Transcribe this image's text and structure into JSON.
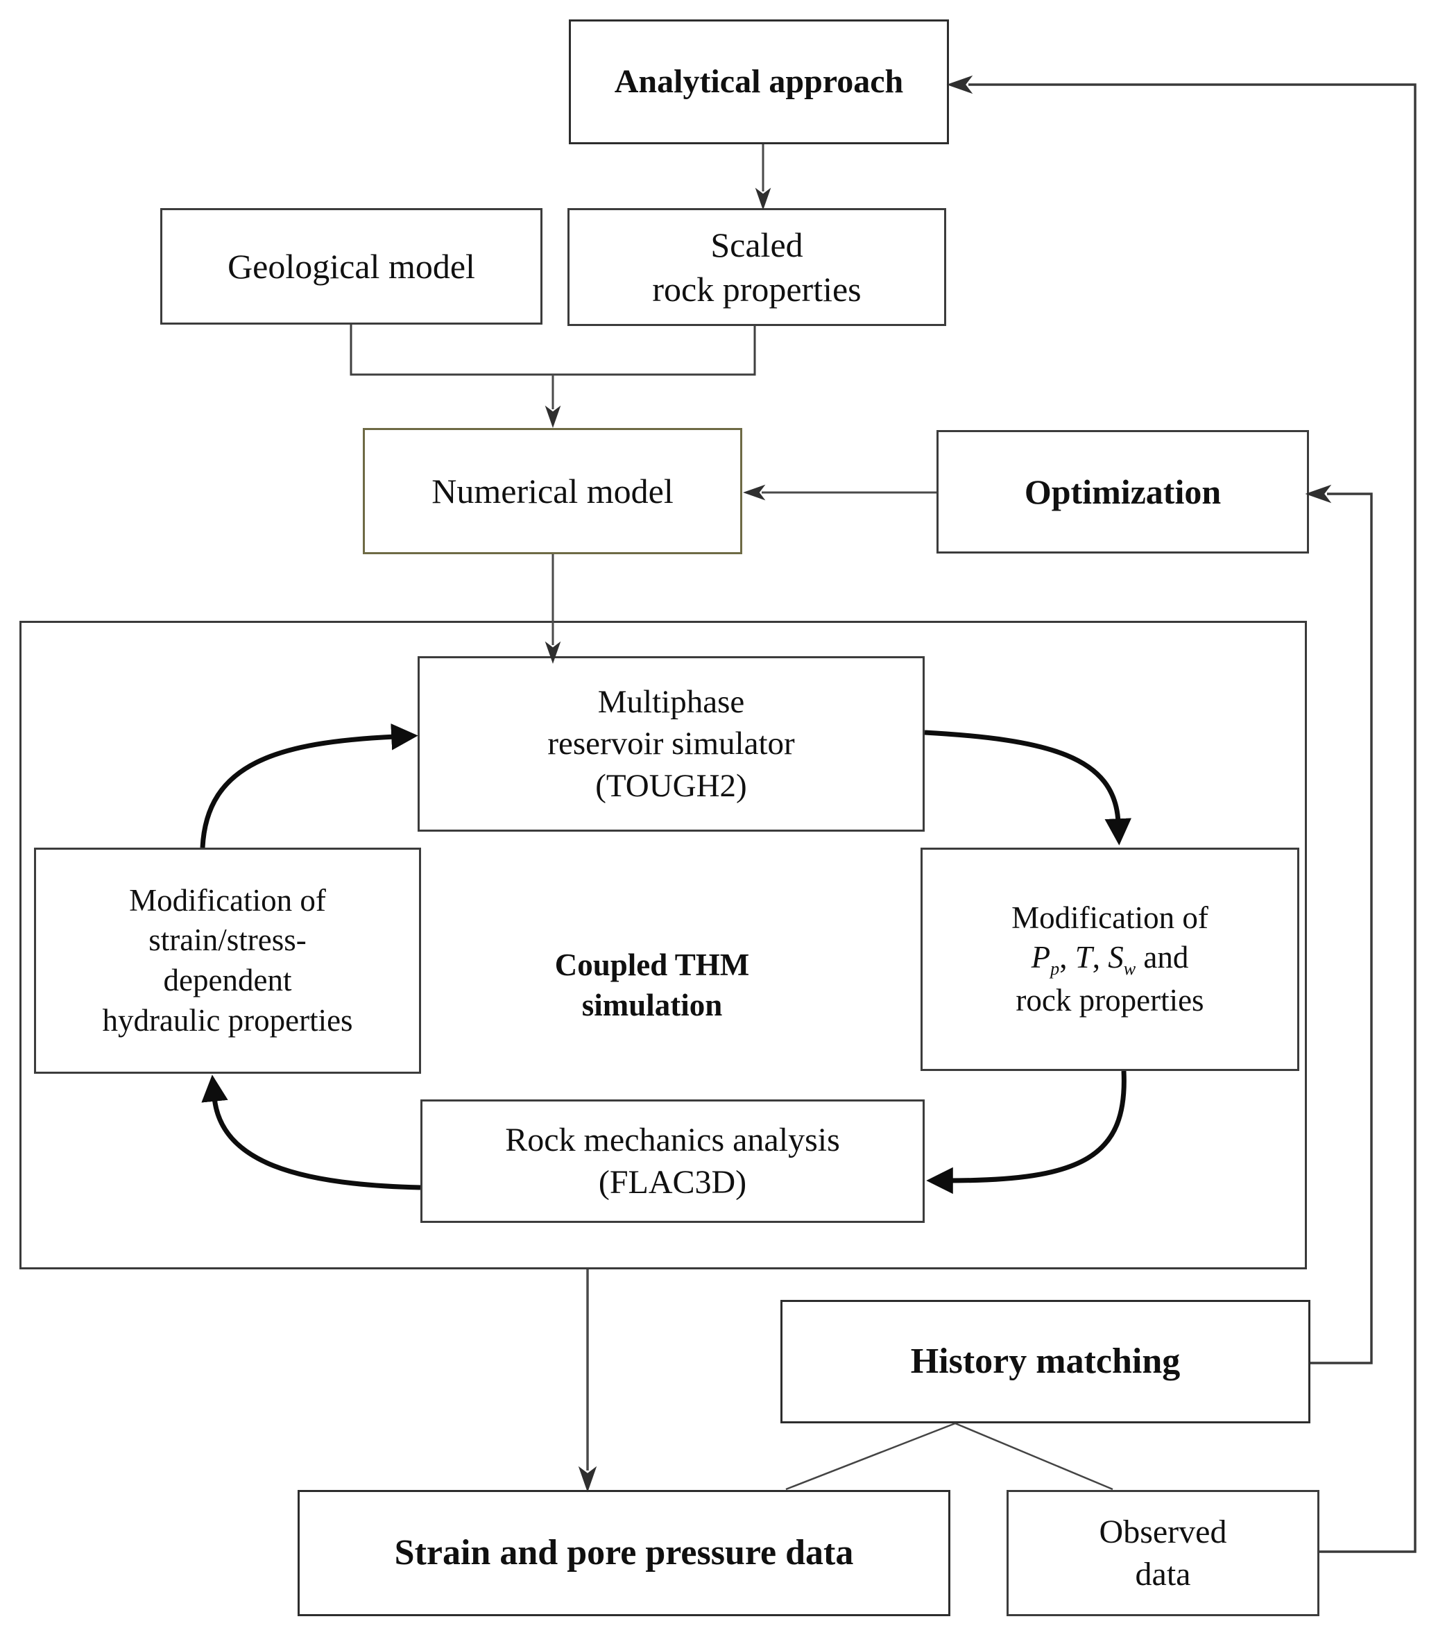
{
  "figure": {
    "background": "#ffffff",
    "box_border_color": "#3c3c3c",
    "numerical_border_color": "#6e6a45",
    "connector_color": "#4a4a4a",
    "cycle_arrow_color": "#0d0d0d",
    "text_color": "#101010"
  },
  "nodes": {
    "analytical": {
      "label": "Analytical approach"
    },
    "geological": {
      "label": "Geological model"
    },
    "scaled": {
      "lines": [
        "Scaled",
        "rock properties"
      ]
    },
    "numerical": {
      "label": "Numerical model"
    },
    "optimization": {
      "label": "Optimization"
    },
    "multiphase": {
      "lines": [
        "Multiphase",
        "reservoir simulator",
        "(TOUGH2)"
      ]
    },
    "left_mod": {
      "lines": [
        "Modification of",
        "strain/stress-",
        "dependent",
        "hydraulic properties"
      ]
    },
    "coupled_thm": {
      "lines": [
        "Coupled THM",
        "simulation"
      ]
    },
    "right_mod": {
      "line1": "Modification of",
      "line2": [
        {
          "t": "P",
          "i": true
        },
        {
          "t": "p",
          "sub": true
        },
        {
          "t": ", "
        },
        {
          "t": "T",
          "i": true
        },
        {
          "t": ", "
        },
        {
          "t": "S",
          "i": true
        },
        {
          "t": "w",
          "sub": true
        },
        {
          "t": " and"
        }
      ],
      "line3": "rock properties"
    },
    "rock_mech": {
      "lines": [
        "Rock mechanics analysis",
        "(FLAC3D)"
      ]
    },
    "history": {
      "label": "History matching"
    },
    "strain": {
      "label": "Strain and pore pressure data"
    },
    "observed": {
      "lines": [
        "Observed",
        "data"
      ]
    }
  }
}
